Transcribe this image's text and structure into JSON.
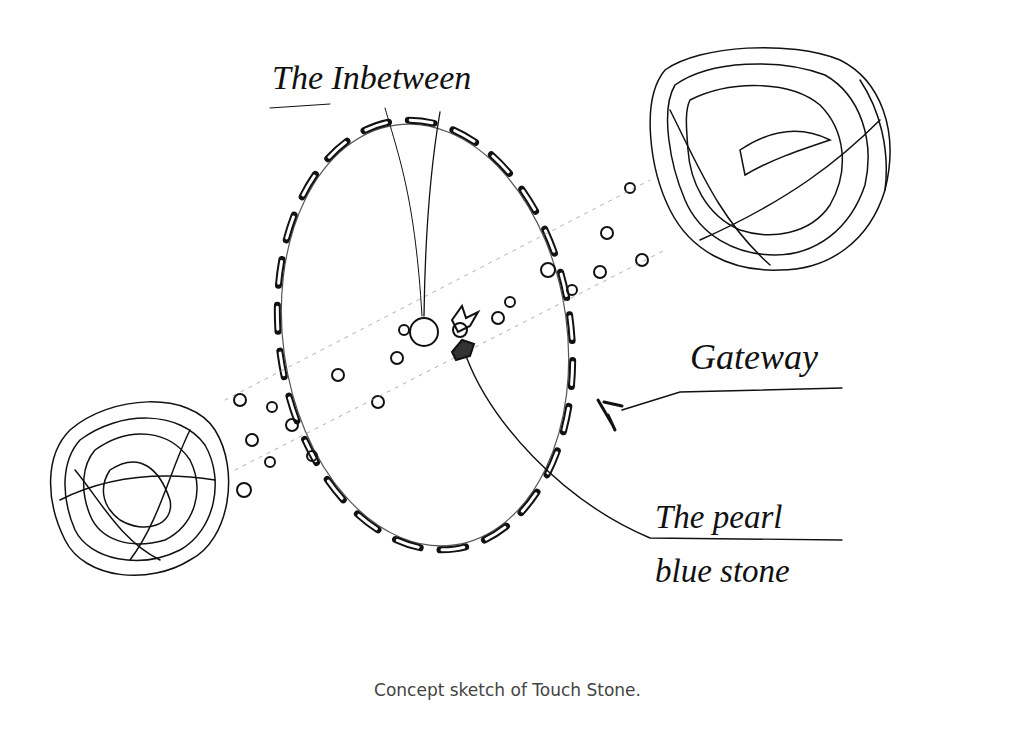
{
  "diagram": {
    "caption": "Concept sketch of Touch Stone.",
    "labels": [
      "The Inbetween",
      "Gateway",
      "The pearl blue stone"
    ]
  }
}
